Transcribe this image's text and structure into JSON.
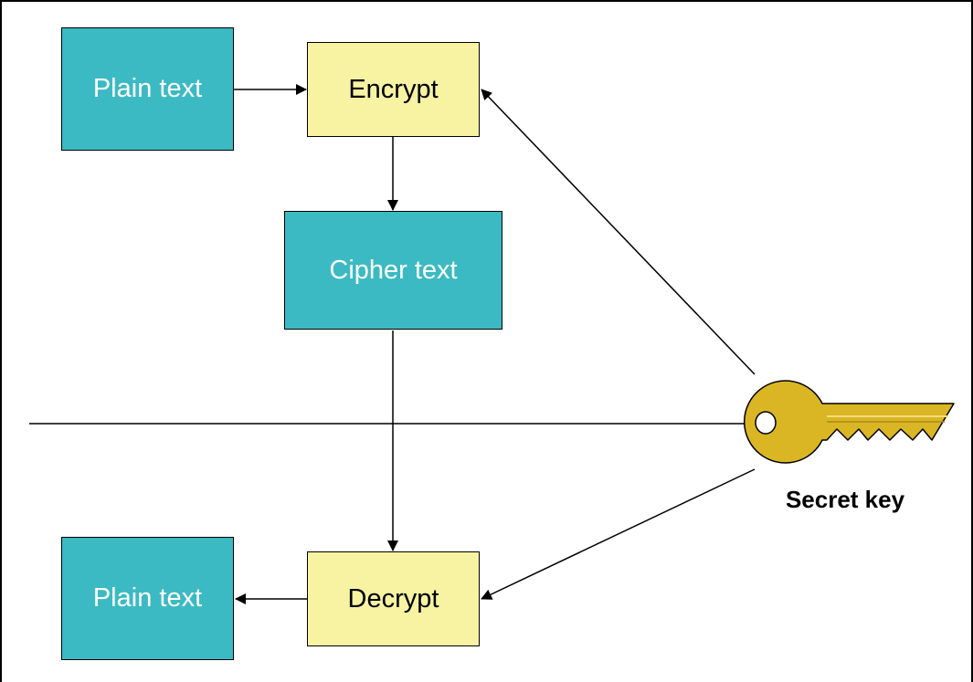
{
  "boxes": {
    "plain_text_top": "Plain text",
    "encrypt": "Encrypt",
    "cipher_text": "Cipher text",
    "plain_text_bottom": "Plain text",
    "decrypt": "Decrypt"
  },
  "key": {
    "label": "Secret key",
    "icon": "key-icon",
    "color": "#dab624"
  },
  "colors": {
    "data_box": "#3cbac3",
    "operation_box": "#f7f3a3"
  }
}
